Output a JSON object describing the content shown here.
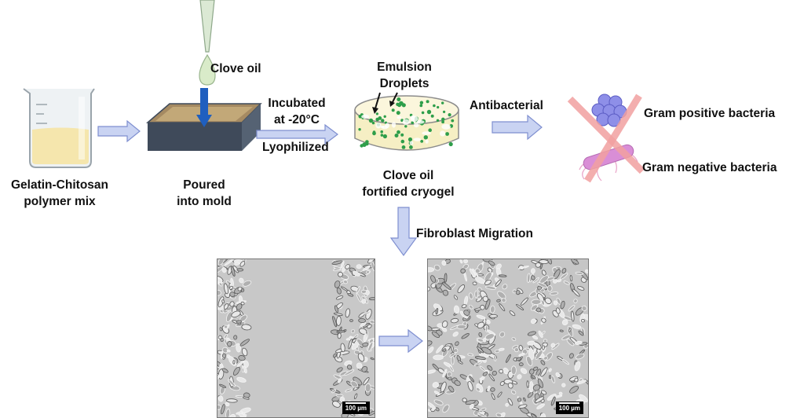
{
  "steps": {
    "polymer_mix": [
      "Gelatin-Chitosan",
      "polymer mix"
    ],
    "poured": [
      "Poured",
      "into mold"
    ],
    "clove_oil": "Clove oil",
    "incubated": [
      "Incubated",
      "at -20°C"
    ],
    "lyophilized": "Lyophilized",
    "emulsion": [
      "Emulsion",
      "Droplets"
    ],
    "cryogel": [
      "Clove oil",
      "fortified cryogel"
    ],
    "antibacterial": "Antibacterial",
    "gram_positive": "Gram positive bacteria",
    "gram_negative": "Gram negative bacteria",
    "fibroblast": "Fibroblast Migration"
  },
  "micrographs": {
    "scale_bar_left": "100 µm",
    "scale_bar_right": "100 µm"
  },
  "colors": {
    "arrow_fill": "#c9d3f2",
    "arrow_stroke": "#7f8fd0",
    "mold_dark": "#3f4a5a",
    "mold_top": "#8a7256",
    "liquid": "#f3e7b0",
    "droplet": "#2e9e4a",
    "cross": "#f2a0a0",
    "blue_arrow": "#1f5fbf"
  }
}
